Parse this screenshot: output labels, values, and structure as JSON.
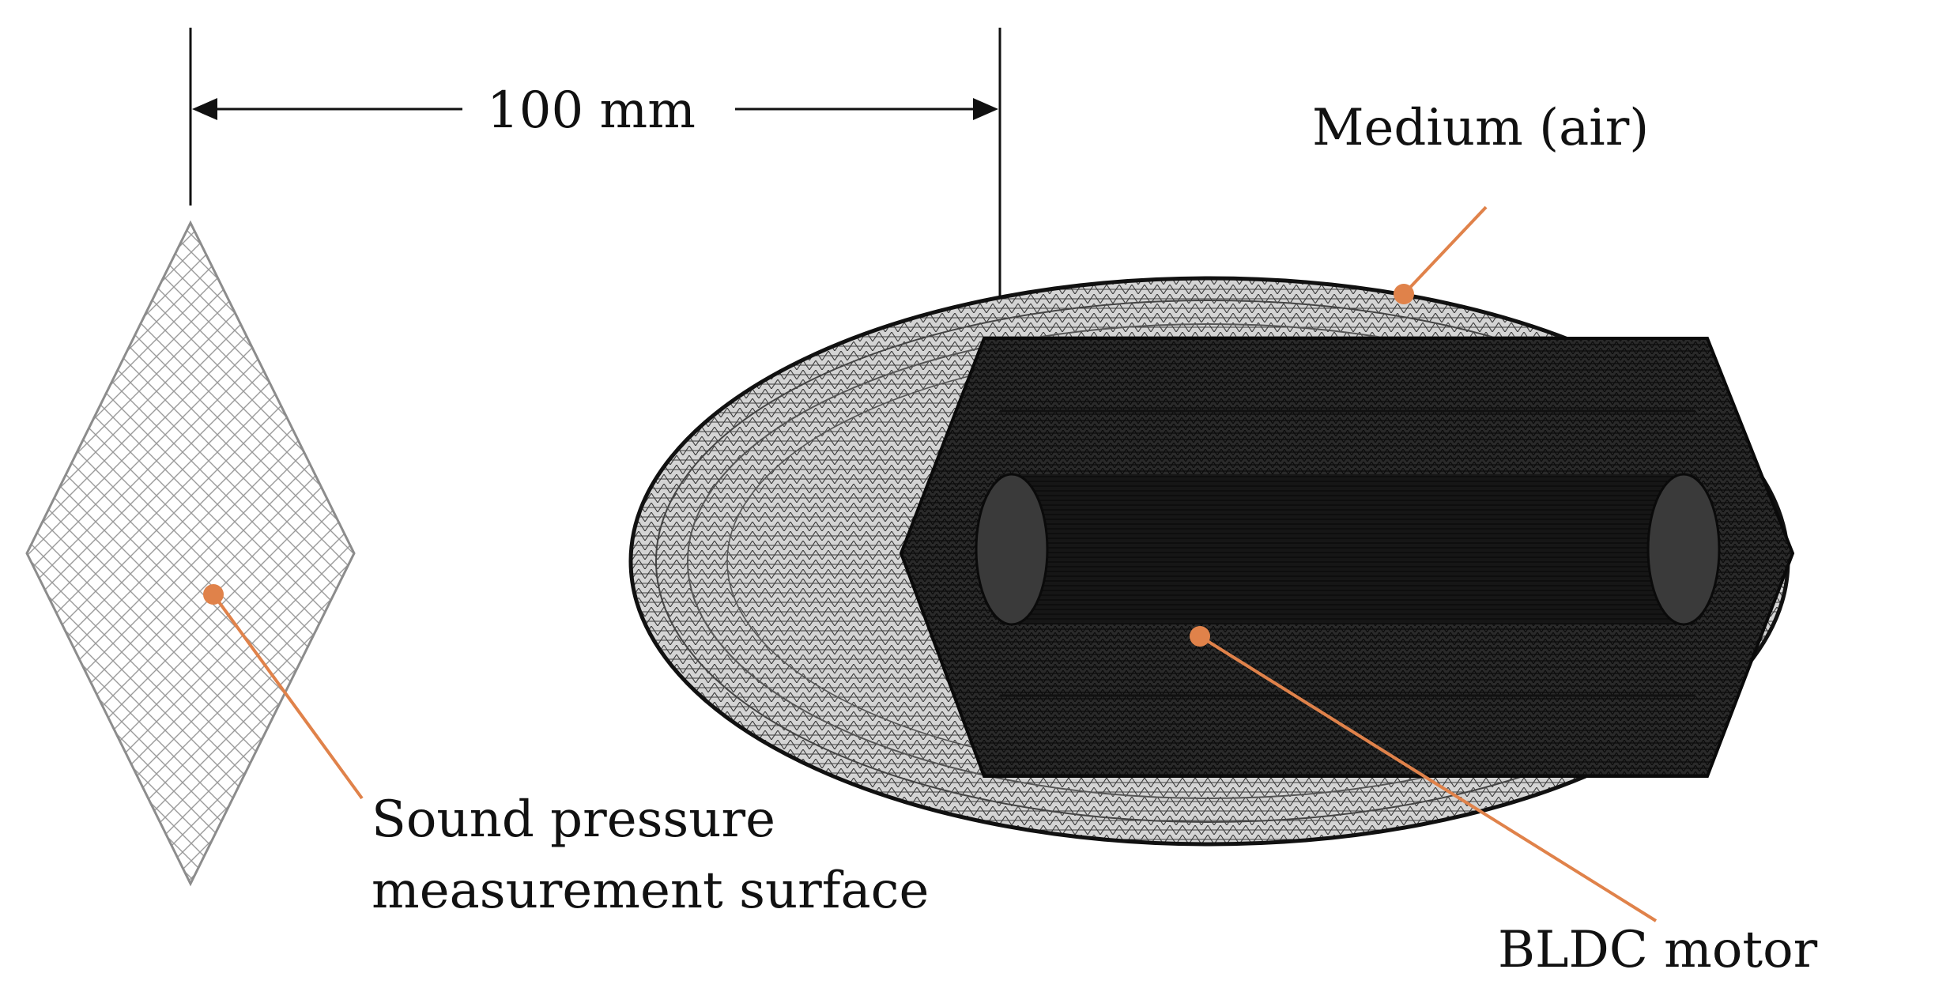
{
  "labels": {
    "dimension": "100 mm",
    "medium": "Medium (air)",
    "surface_line1": "Sound pressure",
    "surface_line2": "measurement surface",
    "motor": "BLDC motor"
  },
  "colors": {
    "leader": "#e0824a",
    "mesh_dark": "#1a1a1a",
    "mesh_light": "#8c8c8c",
    "dimension_line": "#111111"
  }
}
